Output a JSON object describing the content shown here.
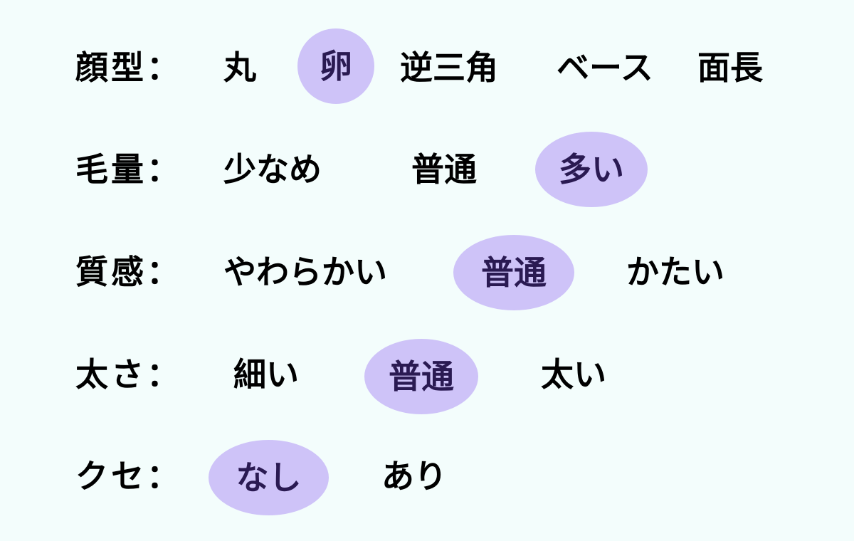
{
  "colors": {
    "background": "#f3fdfc",
    "text": "#000000",
    "selected_bg": "#cec3f8",
    "selected_text": "#2a1a52"
  },
  "rows": [
    {
      "label": "顔型：",
      "options": [
        {
          "text": "丸",
          "selected": false
        },
        {
          "text": "卵",
          "selected": true
        },
        {
          "text": "逆三角",
          "selected": false
        },
        {
          "text": "ベース",
          "selected": false
        },
        {
          "text": "面長",
          "selected": false
        }
      ]
    },
    {
      "label": "毛量：",
      "options": [
        {
          "text": "少なめ",
          "selected": false
        },
        {
          "text": "普通",
          "selected": false
        },
        {
          "text": "多い",
          "selected": true
        }
      ]
    },
    {
      "label": "質感：",
      "options": [
        {
          "text": "やわらかい",
          "selected": false
        },
        {
          "text": "普通",
          "selected": true
        },
        {
          "text": "かたい",
          "selected": false
        }
      ]
    },
    {
      "label": "太さ：",
      "options": [
        {
          "text": "細い",
          "selected": false
        },
        {
          "text": "普通",
          "selected": true
        },
        {
          "text": "太い",
          "selected": false
        }
      ]
    },
    {
      "label": "クセ：",
      "options": [
        {
          "text": "なし",
          "selected": true
        },
        {
          "text": "あり",
          "selected": false
        }
      ]
    }
  ]
}
